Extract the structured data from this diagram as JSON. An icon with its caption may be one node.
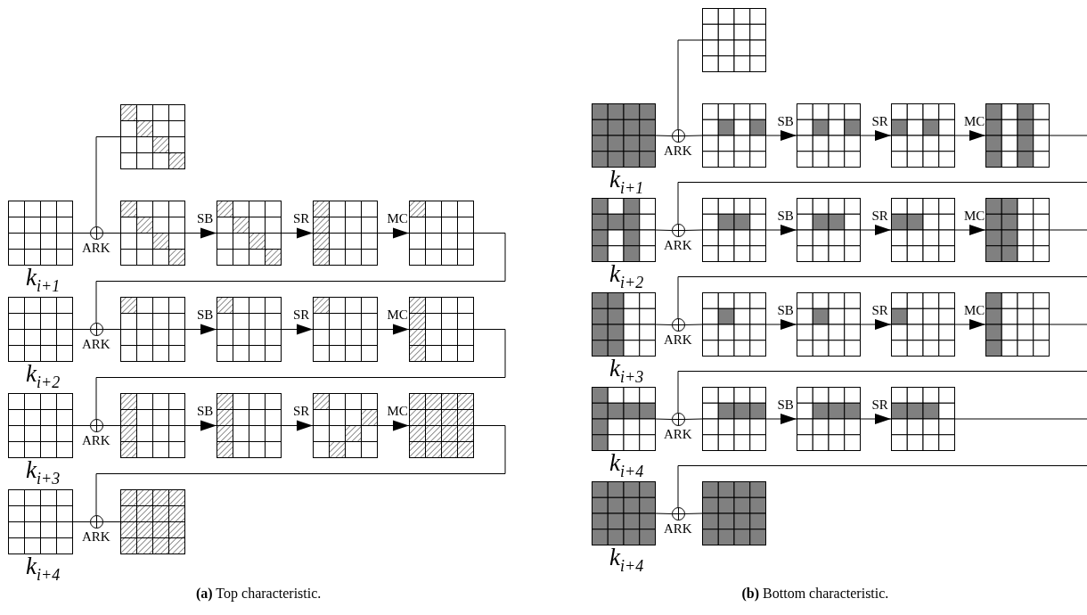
{
  "diagram": {
    "nodes": [
      {
        "text": [],
        "shape": "grid"
      },
      {
        "text": [],
        "shape": "grid",
        "beside": [
          "*k*$_{i+1}$"
        ]
      },
      {
        "text": [],
        "shape": "circle",
        "beside": [
          "ARK"
        ]
      },
      {
        "text": [],
        "shape": "grid"
      },
      {
        "text": [],
        "shape": "grid"
      },
      {
        "text": [],
        "shape": "grid"
      },
      {
        "text": [],
        "shape": "grid"
      },
      {
        "text": [],
        "shape": "grid",
        "beside": [
          "*k*$_{i+2}$"
        ]
      },
      {
        "text": [],
        "shape": "circle",
        "beside": [
          "ARK"
        ]
      },
      {
        "text": [],
        "shape": "grid"
      },
      {
        "text": [],
        "shape": "grid"
      },
      {
        "text": [],
        "shape": "grid"
      },
      {
        "text": [],
        "shape": "grid"
      },
      {
        "text": [],
        "shape": "grid",
        "beside": [
          "*k*$_{i+3}$"
        ]
      },
      {
        "text": [],
        "shape": "circle",
        "beside": [
          "ARK"
        ]
      },
      {
        "text": [],
        "shape": "grid"
      },
      {
        "text": [],
        "shape": "grid"
      },
      {
        "text": [],
        "shape": "grid"
      },
      {
        "text": [],
        "shape": "grid"
      },
      {
        "text": [],
        "shape": "grid",
        "beside": [
          "*k*$_{i+4}$"
        ]
      },
      {
        "text": [],
        "shape": "circle",
        "beside": [
          "ARK"
        ]
      },
      {
        "text": [],
        "shape": "grid"
      },
      {
        "text": [],
        "shape": "grid"
      },
      {
        "text": [],
        "shape": "grid",
        "beside": [
          "*k*$_{i+1}$"
        ]
      },
      {
        "text": [],
        "shape": "circle",
        "beside": [
          "ARK"
        ]
      },
      {
        "text": [],
        "shape": "grid"
      },
      {
        "text": [],
        "shape": "grid"
      },
      {
        "text": [],
        "shape": "grid"
      },
      {
        "text": [],
        "shape": "grid"
      },
      {
        "text": [],
        "shape": "grid",
        "beside": [
          "*k*$_{i+2}$"
        ]
      },
      {
        "text": [],
        "shape": "circle",
        "beside": [
          "ARK"
        ]
      },
      {
        "text": [],
        "shape": "grid"
      },
      {
        "text": [],
        "shape": "grid"
      },
      {
        "text": [],
        "shape": "grid"
      },
      {
        "text": [],
        "shape": "grid"
      },
      {
        "text": [],
        "shape": "grid",
        "beside": [
          "*k*$_{i+3}$"
        ]
      },
      {
        "text": [],
        "shape": "circle",
        "beside": [
          "ARK"
        ]
      },
      {
        "text": [],
        "shape": "grid"
      },
      {
        "text": [],
        "shape": "grid"
      },
      {
        "text": [],
        "shape": "grid"
      },
      {
        "text": [],
        "shape": "grid"
      },
      {
        "text": [],
        "shape": "grid",
        "beside": [
          "*k*$_{i+4}$"
        ]
      },
      {
        "text": [],
        "shape": "circle",
        "beside": [
          "ARK"
        ]
      },
      {
        "text": [],
        "shape": "grid"
      },
      {
        "text": [],
        "shape": "grid"
      },
      {
        "text": [],
        "shape": "grid"
      },
      {
        "text": [],
        "shape": "grid",
        "beside": [
          "*k*$_{i+4}$"
        ]
      },
      {
        "text": [],
        "shape": "circle",
        "beside": [
          "ARK"
        ]
      },
      {
        "text": [],
        "shape": "grid"
      }
    ],
    "edges": [
      {
        "from": 0,
        "to": 2,
        "arrow": "none"
      },
      {
        "from": 1,
        "to": 2,
        "arrow": "none"
      },
      {
        "from": 2,
        "to": 3,
        "arrow": "none"
      },
      {
        "from": 3,
        "to": 4,
        "arrow": "to",
        "label": "SB"
      },
      {
        "from": 4,
        "to": 5,
        "arrow": "to",
        "label": "SR"
      },
      {
        "from": 5,
        "to": 6,
        "arrow": "to",
        "label": "MC"
      },
      {
        "from": 6,
        "to": 8,
        "arrow": "none"
      },
      {
        "from": 7,
        "to": 8,
        "arrow": "none"
      },
      {
        "from": 8,
        "to": 9,
        "arrow": "none"
      },
      {
        "from": 9,
        "to": 10,
        "arrow": "to",
        "label": "SB"
      },
      {
        "from": 10,
        "to": 11,
        "arrow": "to",
        "label": "SR"
      },
      {
        "from": 11,
        "to": 12,
        "arrow": "to",
        "label": "MC"
      },
      {
        "from": 12,
        "to": 14,
        "arrow": "none"
      },
      {
        "from": 13,
        "to": 14,
        "arrow": "none"
      },
      {
        "from": 14,
        "to": 15,
        "arrow": "none"
      },
      {
        "from": 15,
        "to": 16,
        "arrow": "to",
        "label": "SB"
      },
      {
        "from": 16,
        "to": 17,
        "arrow": "to",
        "label": "SR"
      },
      {
        "from": 17,
        "to": 18,
        "arrow": "to",
        "label": "MC"
      },
      {
        "from": 18,
        "to": 20,
        "arrow": "none"
      },
      {
        "from": 19,
        "to": 20,
        "arrow": "none"
      },
      {
        "from": 20,
        "to": 21,
        "arrow": "none"
      },
      {
        "from": 22,
        "to": 24,
        "arrow": "none"
      },
      {
        "from": 23,
        "to": 24,
        "arrow": "none"
      },
      {
        "from": 24,
        "to": 25,
        "arrow": "none"
      },
      {
        "from": 25,
        "to": 26,
        "arrow": "to",
        "label": "SB"
      },
      {
        "from": 26,
        "to": 27,
        "arrow": "to",
        "label": "SR"
      },
      {
        "from": 27,
        "to": 28,
        "arrow": "to",
        "label": "MC"
      },
      {
        "from": 28,
        "to": null,
        "arrow": "none"
      },
      {
        "from": null,
        "to": 30,
        "arrow": "none"
      },
      {
        "from": 29,
        "to": 30,
        "arrow": "none"
      },
      {
        "from": 30,
        "to": 31,
        "arrow": "none"
      },
      {
        "from": 31,
        "to": 32,
        "arrow": "to",
        "label": "SB"
      },
      {
        "from": 32,
        "to": 33,
        "arrow": "to",
        "label": "SR"
      },
      {
        "from": 33,
        "to": 34,
        "arrow": "to",
        "label": "MC"
      },
      {
        "from": 34,
        "to": null,
        "arrow": "none"
      },
      {
        "from": null,
        "to": 36,
        "arrow": "none"
      },
      {
        "from": 35,
        "to": 36,
        "arrow": "none"
      },
      {
        "from": 36,
        "to": 37,
        "arrow": "none"
      },
      {
        "from": 37,
        "to": 38,
        "arrow": "to",
        "label": "SB"
      },
      {
        "from": 38,
        "to": 39,
        "arrow": "to",
        "label": "SR"
      },
      {
        "from": 39,
        "to": 40,
        "arrow": "to",
        "label": "MC"
      },
      {
        "from": 40,
        "to": null,
        "arrow": "none"
      },
      {
        "from": null,
        "to": 42,
        "arrow": "none"
      },
      {
        "from": 41,
        "to": 42,
        "arrow": "none"
      },
      {
        "from": 42,
        "to": 43,
        "arrow": "none"
      },
      {
        "from": 43,
        "to": 44,
        "arrow": "to",
        "label": "SB"
      },
      {
        "from": 44,
        "to": 45,
        "arrow": "to",
        "label": "SR"
      },
      {
        "from": 45,
        "to": null,
        "arrow": "none"
      },
      {
        "from": null,
        "to": 47,
        "arrow": "none"
      },
      {
        "from": 46,
        "to": 47,
        "arrow": "none"
      },
      {
        "from": 47,
        "to": 48,
        "arrow": "none"
      }
    ],
    "labels": [
      "**(a)** Top characteristic.",
      "**(b)** Bottom characteristic."
    ]
  }
}
